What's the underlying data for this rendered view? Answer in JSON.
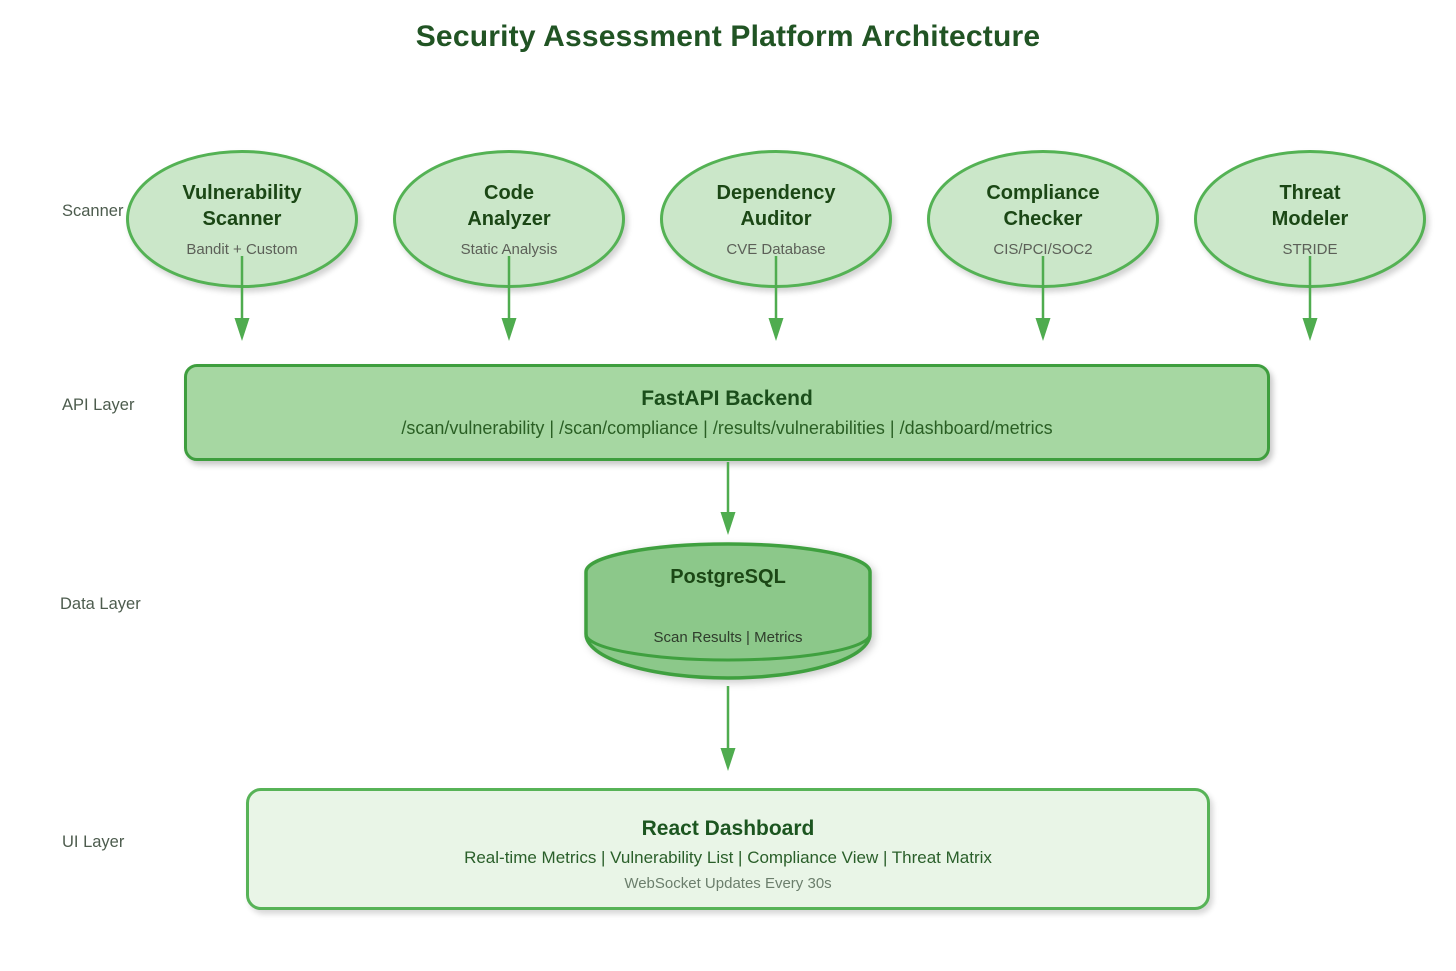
{
  "title": "Security Assessment Platform Architecture",
  "layers": {
    "scanner": "Scanner Layer",
    "api": "API Layer",
    "data": "Data Layer",
    "ui": "UI Layer"
  },
  "scanners": [
    {
      "title": "Vulnerability\nScanner",
      "subtitle": "Bandit + Custom"
    },
    {
      "title": "Code\nAnalyzer",
      "subtitle": "Static Analysis"
    },
    {
      "title": "Dependency\nAuditor",
      "subtitle": "CVE Database"
    },
    {
      "title": "Compliance\nChecker",
      "subtitle": "CIS/PCI/SOC2"
    },
    {
      "title": "Threat\nModeler",
      "subtitle": "STRIDE"
    }
  ],
  "api_backend": {
    "title": "FastAPI Backend",
    "endpoints": "/scan/vulnerability | /scan/compliance | /results/vulnerabilities | /dashboard/metrics"
  },
  "database": {
    "title": "PostgreSQL",
    "subtitle": "Scan Results | Metrics"
  },
  "dashboard": {
    "title": "React Dashboard",
    "features": "Real-time Metrics | Vulnerability List | Compliance View | Threat Matrix",
    "updates": "WebSocket Updates Every 30s"
  },
  "colors": {
    "title_text": "#215424",
    "node_border": "#54b254",
    "node_fill": "#cbe7c9",
    "api_fill": "#a6d7a2",
    "api_border": "#3e9e3e",
    "db_fill": "#8cc88a",
    "ui_fill": "#e9f5e7",
    "arrow": "#4fac4f"
  }
}
